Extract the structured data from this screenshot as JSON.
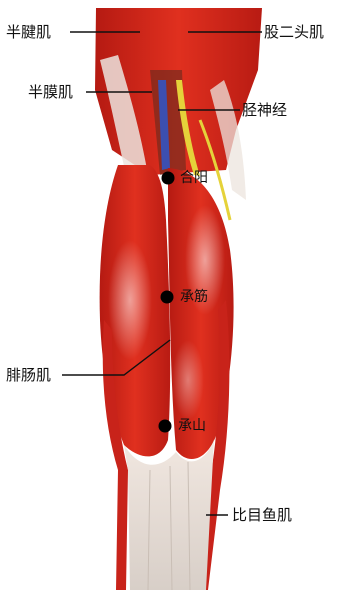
{
  "labels": {
    "semitendinosus": "半腱肌",
    "biceps_femoris": "股二头肌",
    "semimembranosus": "半膜肌",
    "tibial_nerve": "胫神经",
    "gastrocnemius": "腓肠肌",
    "soleus": "比目鱼肌"
  },
  "points": {
    "heyang": "合阳",
    "chengjin": "承筋",
    "chengshan": "承山"
  },
  "colors": {
    "muscle_red": "#d9261c",
    "muscle_dark": "#a31510",
    "tendon": "#e8e2dc",
    "nerve_yellow": "#e5d23a",
    "vein_blue": "#3c4fb0",
    "point_black": "#000000"
  }
}
